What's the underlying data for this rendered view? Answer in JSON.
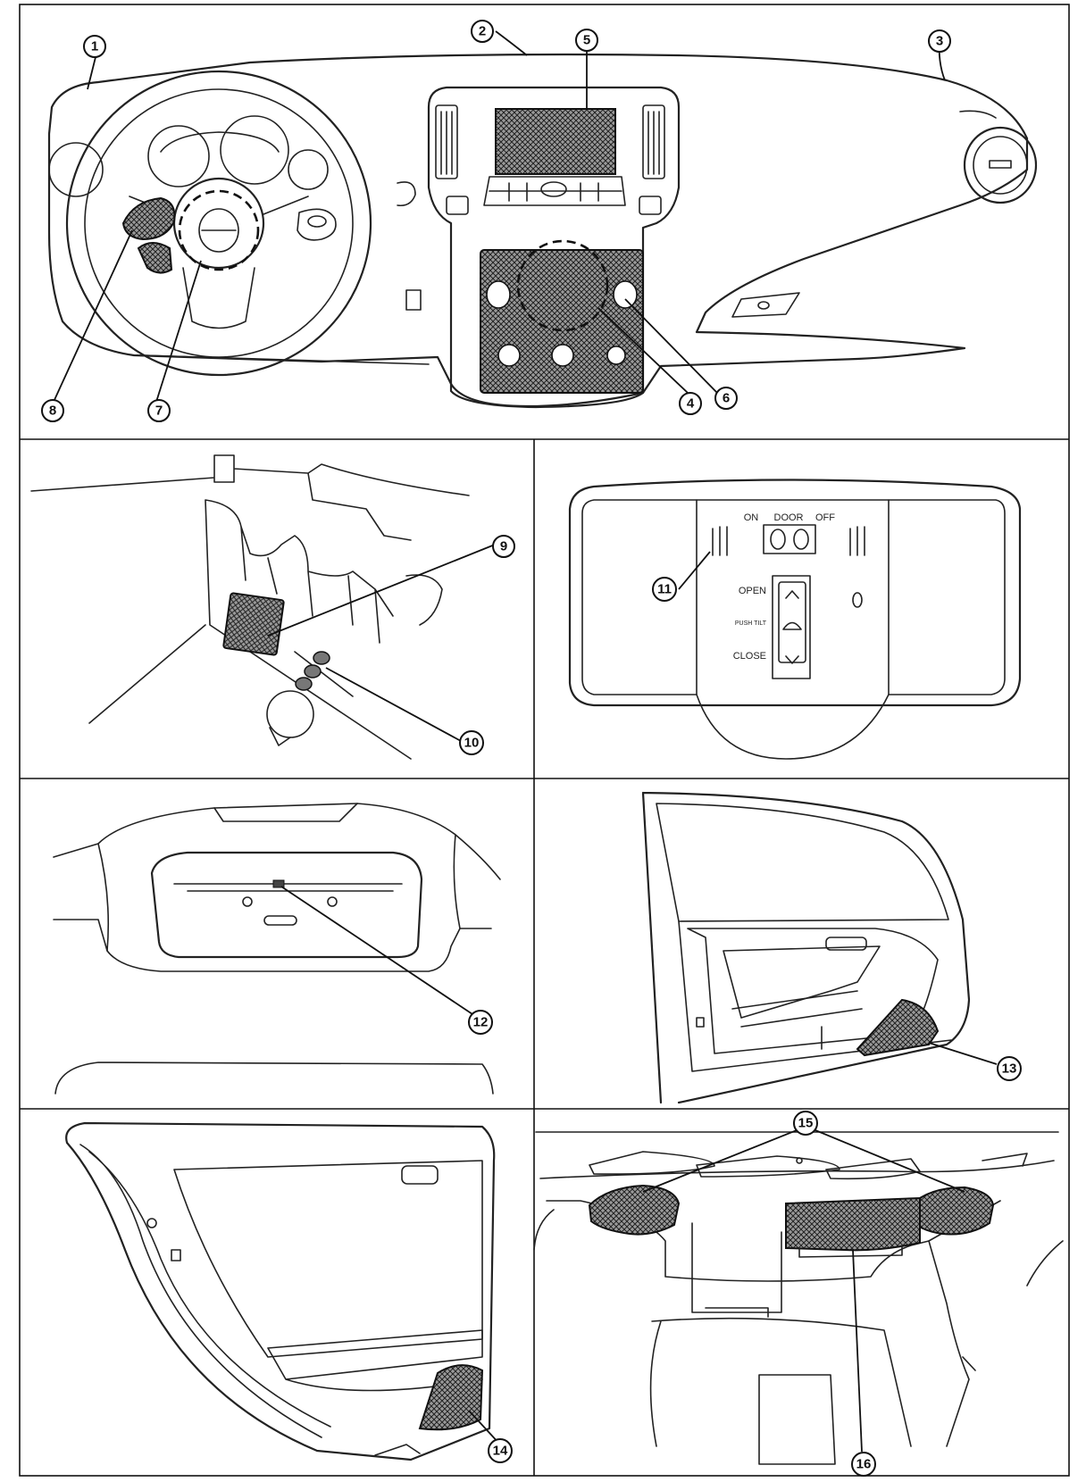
{
  "callouts": [
    "1",
    "2",
    "3",
    "4",
    "5",
    "6",
    "7",
    "8",
    "9",
    "10",
    "11",
    "12",
    "13",
    "14",
    "15",
    "16"
  ],
  "map_lamp": {
    "switch_labels": [
      "ON",
      "DOOR",
      "OFF"
    ],
    "sunroof_open": "OPEN",
    "sunroof_push_tilt": "PUSH TILT",
    "sunroof_close": "CLOSE"
  }
}
